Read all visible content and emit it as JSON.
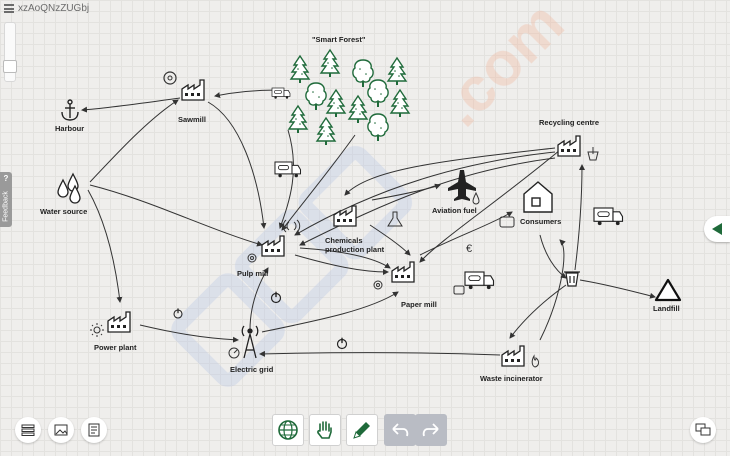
{
  "window": {
    "title": "xzAoQNzZUGbj"
  },
  "feedback": {
    "label": "Feedback",
    "help": "?"
  },
  "nodes": {
    "smart_forest": "\"Smart Forest\"",
    "harbour": "Harbour",
    "sawmill": "Sawmill",
    "water_source": "Water source",
    "power_plant": "Power plant",
    "pulp_mill": "Pulp mill",
    "chemicals_line1": "Chemicals",
    "chemicals_line2": "production plant",
    "aviation_fuel": "Aviation fuel",
    "consumers": "Consumers",
    "recycling_centre": "Recycling centre",
    "paper_mill": "Paper mill",
    "electric_grid": "Electric grid",
    "waste_incinerator": "Waste incinerator",
    "landfill": "Landfill"
  },
  "icons": {
    "accent": "#1f6a3a",
    "tree_color": "#1f6a3a",
    "line_color": "#333333",
    "disabled_tool": "#b9bcc4"
  },
  "watermark": {
    "text1": ".com"
  }
}
